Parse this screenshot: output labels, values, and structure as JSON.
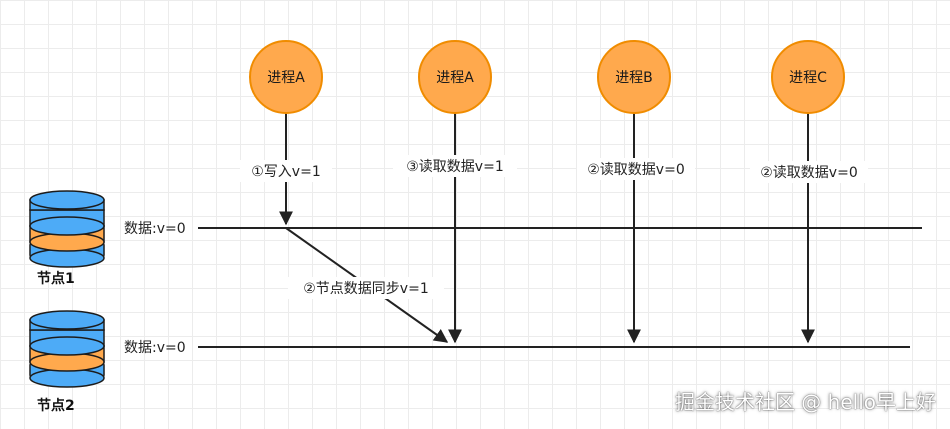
{
  "processes": [
    {
      "label": "进程A"
    },
    {
      "label": "进程A"
    },
    {
      "label": "进程B"
    },
    {
      "label": "进程C"
    }
  ],
  "steps": [
    {
      "label": "①写入v=1"
    },
    {
      "label": "③读取数据v=1"
    },
    {
      "label": "②读取数据v=0"
    },
    {
      "label": "②读取数据v=0"
    }
  ],
  "sync_label": "②节点数据同步v=1",
  "nodes": [
    {
      "label": "节点1",
      "data_label": "数据:v=0"
    },
    {
      "label": "节点2",
      "data_label": "数据:v=0"
    }
  ],
  "watermark": "掘金技术社区 @ hello早上好",
  "colors": {
    "process_fill": "#ffa94d",
    "process_stroke": "#f08c00",
    "db_blue": "#4dabf7",
    "db_orange": "#ffa94d",
    "db_stroke": "#1c1c1c",
    "line": "#222222"
  },
  "icons": {
    "database": "database-icon"
  }
}
